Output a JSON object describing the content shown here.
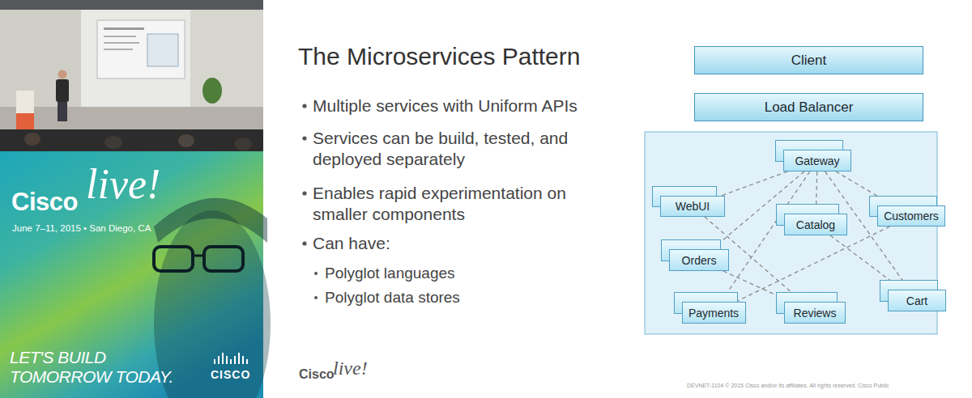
{
  "diagram": {
    "title": "The Microservices Pattern",
    "nodes": [
      {
        "text": [
          "Client"
        ]
      },
      {
        "text": [
          "Load Balancer"
        ]
      },
      {
        "text": [
          "Gateway"
        ]
      },
      {
        "text": [
          "WebUI"
        ]
      },
      {
        "text": [
          "Catalog"
        ]
      },
      {
        "text": [
          "Customers"
        ]
      },
      {
        "text": [
          "Orders"
        ]
      },
      {
        "text": [
          "Payments"
        ]
      },
      {
        "text": [
          "Reviews"
        ]
      },
      {
        "text": [
          "Cart"
        ]
      }
    ],
    "edges": [
      {
        "from": 2,
        "to": 3,
        "arrow": "none"
      },
      {
        "from": 2,
        "to": 4,
        "arrow": "none"
      },
      {
        "from": 2,
        "to": 5,
        "arrow": "none"
      },
      {
        "from": 2,
        "to": 6,
        "arrow": "none"
      },
      {
        "from": 2,
        "to": 7,
        "arrow": "none"
      },
      {
        "from": 2,
        "to": 9,
        "arrow": "none"
      },
      {
        "from": 3,
        "to": 8,
        "arrow": "none"
      },
      {
        "from": 6,
        "to": 8,
        "arrow": "none"
      },
      {
        "from": 5,
        "to": 7,
        "arrow": "none"
      },
      {
        "from": 4,
        "to": 9,
        "arrow": "none"
      }
    ],
    "labels": [
      "Multiple services with Uniform APIs",
      "Services can be build, tested, and deployed separately",
      "Enables rapid experimentation on smaller components",
      "Can have:",
      "Polyglot languages",
      "Polyglot data stores",
      "Cisco",
      "live!",
      "June 7–11, 2015 • San Diego, CA",
      "LET'S BUILD TOMORROW TODAY.",
      "CISCO",
      "Cisco",
      "live!",
      "DEVNET-1104 © 2015 Cisco and/or its affiliates. All rights reserved. Cisco Public"
    ]
  }
}
